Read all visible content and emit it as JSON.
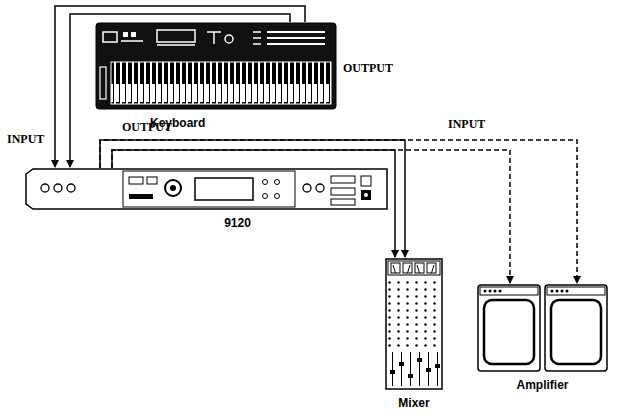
{
  "diagram": {
    "nodes": [
      {
        "text": [
          "Keyboard"
        ]
      },
      {
        "text": [
          "9120"
        ]
      },
      {
        "text": [
          "Mixer"
        ]
      },
      {
        "text": [
          "Amplifier"
        ]
      }
    ],
    "edges": [
      {
        "from": 0,
        "to": 1,
        "arrow": "to"
      },
      {
        "from": 0,
        "to": 1,
        "arrow": "to"
      },
      {
        "from": 1,
        "to": 2,
        "arrow": "to"
      },
      {
        "from": 1,
        "to": 2,
        "arrow": "to"
      },
      {
        "from": 1,
        "to": 3,
        "arrow": "to"
      },
      {
        "from": 1,
        "to": 3,
        "arrow": "to"
      }
    ],
    "labels": [
      "OUTPUT",
      "INPUT",
      "INPUT",
      "OUTPUT"
    ]
  }
}
